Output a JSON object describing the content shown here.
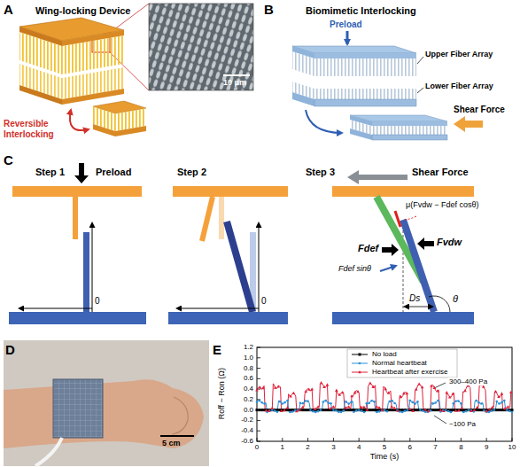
{
  "diagram": {
    "labels": [
      "A",
      "Wing-locking Device",
      "10 μm",
      "Reversible Interlocking",
      "B",
      "Biomimetic Interlocking",
      "Preload",
      "Upper Fiber Array",
      "Lower Fiber Array",
      "Shear Force",
      "C",
      "Step 1",
      "Preload",
      "0",
      "Step 2",
      "0",
      "Step 3",
      "Shear Force",
      "μ(Fvdw − Fdef cosθ)",
      "Fdef",
      "Fvdw",
      "Fdef sinθ",
      "θ",
      "Ds",
      "D",
      "5 cm",
      "E",
      "Roff − Ron (Ω)",
      "Time (s)",
      "1.2",
      "1.0",
      "0.8",
      "0.6",
      "0.4",
      "0.2",
      "0.0",
      "-0.2",
      "-0.4",
      "-0.6",
      "0",
      "1",
      "2",
      "3",
      "4",
      "5",
      "6",
      "7",
      "8",
      "9",
      "10",
      "300–400 Pa",
      "~100 Pa"
    ],
    "legend": [
      {
        "text": "No load"
      },
      {
        "text": "Normal heartbeat"
      },
      {
        "text": "Heartbeat after exercise"
      }
    ]
  }
}
